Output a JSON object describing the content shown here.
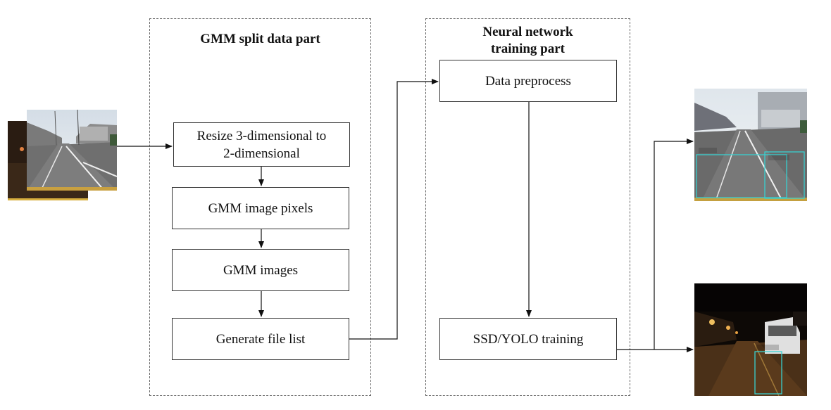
{
  "panels": {
    "gmm": {
      "title": "GMM split data part"
    },
    "nn": {
      "title_line1": "Neural network",
      "title_line2": "training part"
    }
  },
  "boxes": {
    "resize": {
      "line1": "Resize 3-dimensional to",
      "line2": "2-dimensional"
    },
    "gmm_pixels": "GMM image pixels",
    "gmm_images": "GMM images",
    "file_list": "Generate file list",
    "preprocess": "Data preprocess",
    "training": "SSD/YOLO training"
  },
  "images": {
    "input": "street scene input images",
    "output_day": "daytime detection result with bounding boxes",
    "output_night": "nighttime detection result with bounding box"
  },
  "colors": {
    "box_border": "#333333",
    "panel_border": "#666666",
    "bbox": "#38d0d0",
    "bbox_label": "#d020d0"
  }
}
